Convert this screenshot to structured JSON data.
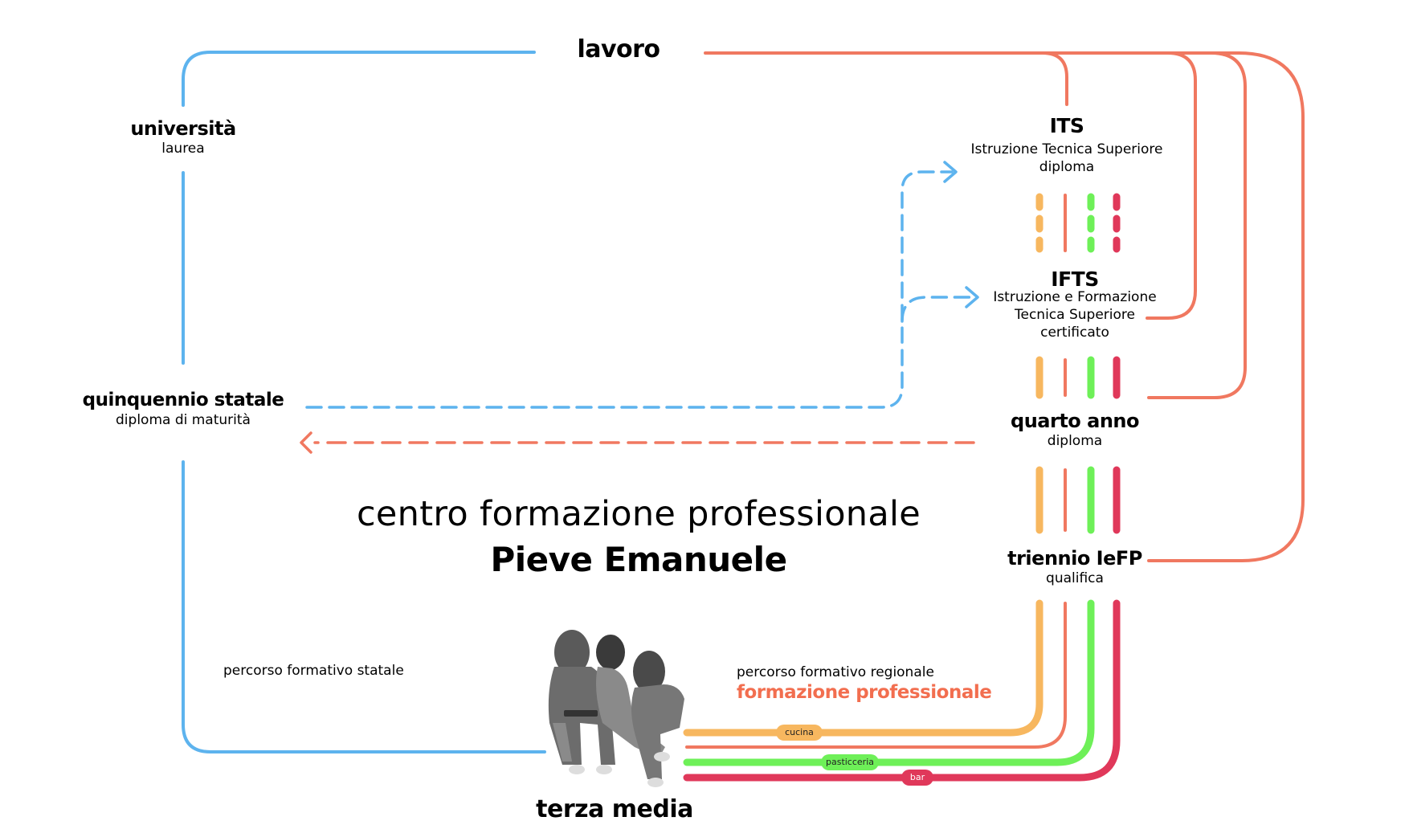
{
  "colors": {
    "blue": "#5db3ee",
    "salmon": "#f07860",
    "orange": "#f7b75f",
    "green": "#6ef058",
    "red": "#e0385a",
    "accent_text": "#f26e4f"
  },
  "nodes": {
    "lavoro": {
      "title": "lavoro"
    },
    "universita": {
      "title": "università",
      "subtitle": "laurea"
    },
    "its": {
      "title": "ITS",
      "line1": "Istruzione Tecnica Superiore",
      "line2": "diploma"
    },
    "ifts": {
      "title": "IFTS",
      "line1": "Istruzione e Formazione",
      "line2": "Tecnica Superiore",
      "line3": "certificato"
    },
    "quinquennio": {
      "title": "quinquennio statale",
      "subtitle": "diploma di maturità"
    },
    "quarto_anno": {
      "title": "quarto anno",
      "subtitle": "diploma"
    },
    "triennio": {
      "title": "triennio IeFP",
      "subtitle": "qualifica"
    },
    "terza_media": {
      "title": "terza media"
    }
  },
  "center": {
    "line1": "centro formazione professionale",
    "line2": "Pieve Emanuele"
  },
  "labels": {
    "statale": "percorso formativo statale",
    "regionale": "percorso formativo regionale",
    "formazione": "formazione professionale"
  },
  "pills": {
    "cucina": "cucina",
    "pasticceria": "pasticceria",
    "bar": "bar"
  },
  "photo": {
    "icon": "students-photo-icon"
  }
}
